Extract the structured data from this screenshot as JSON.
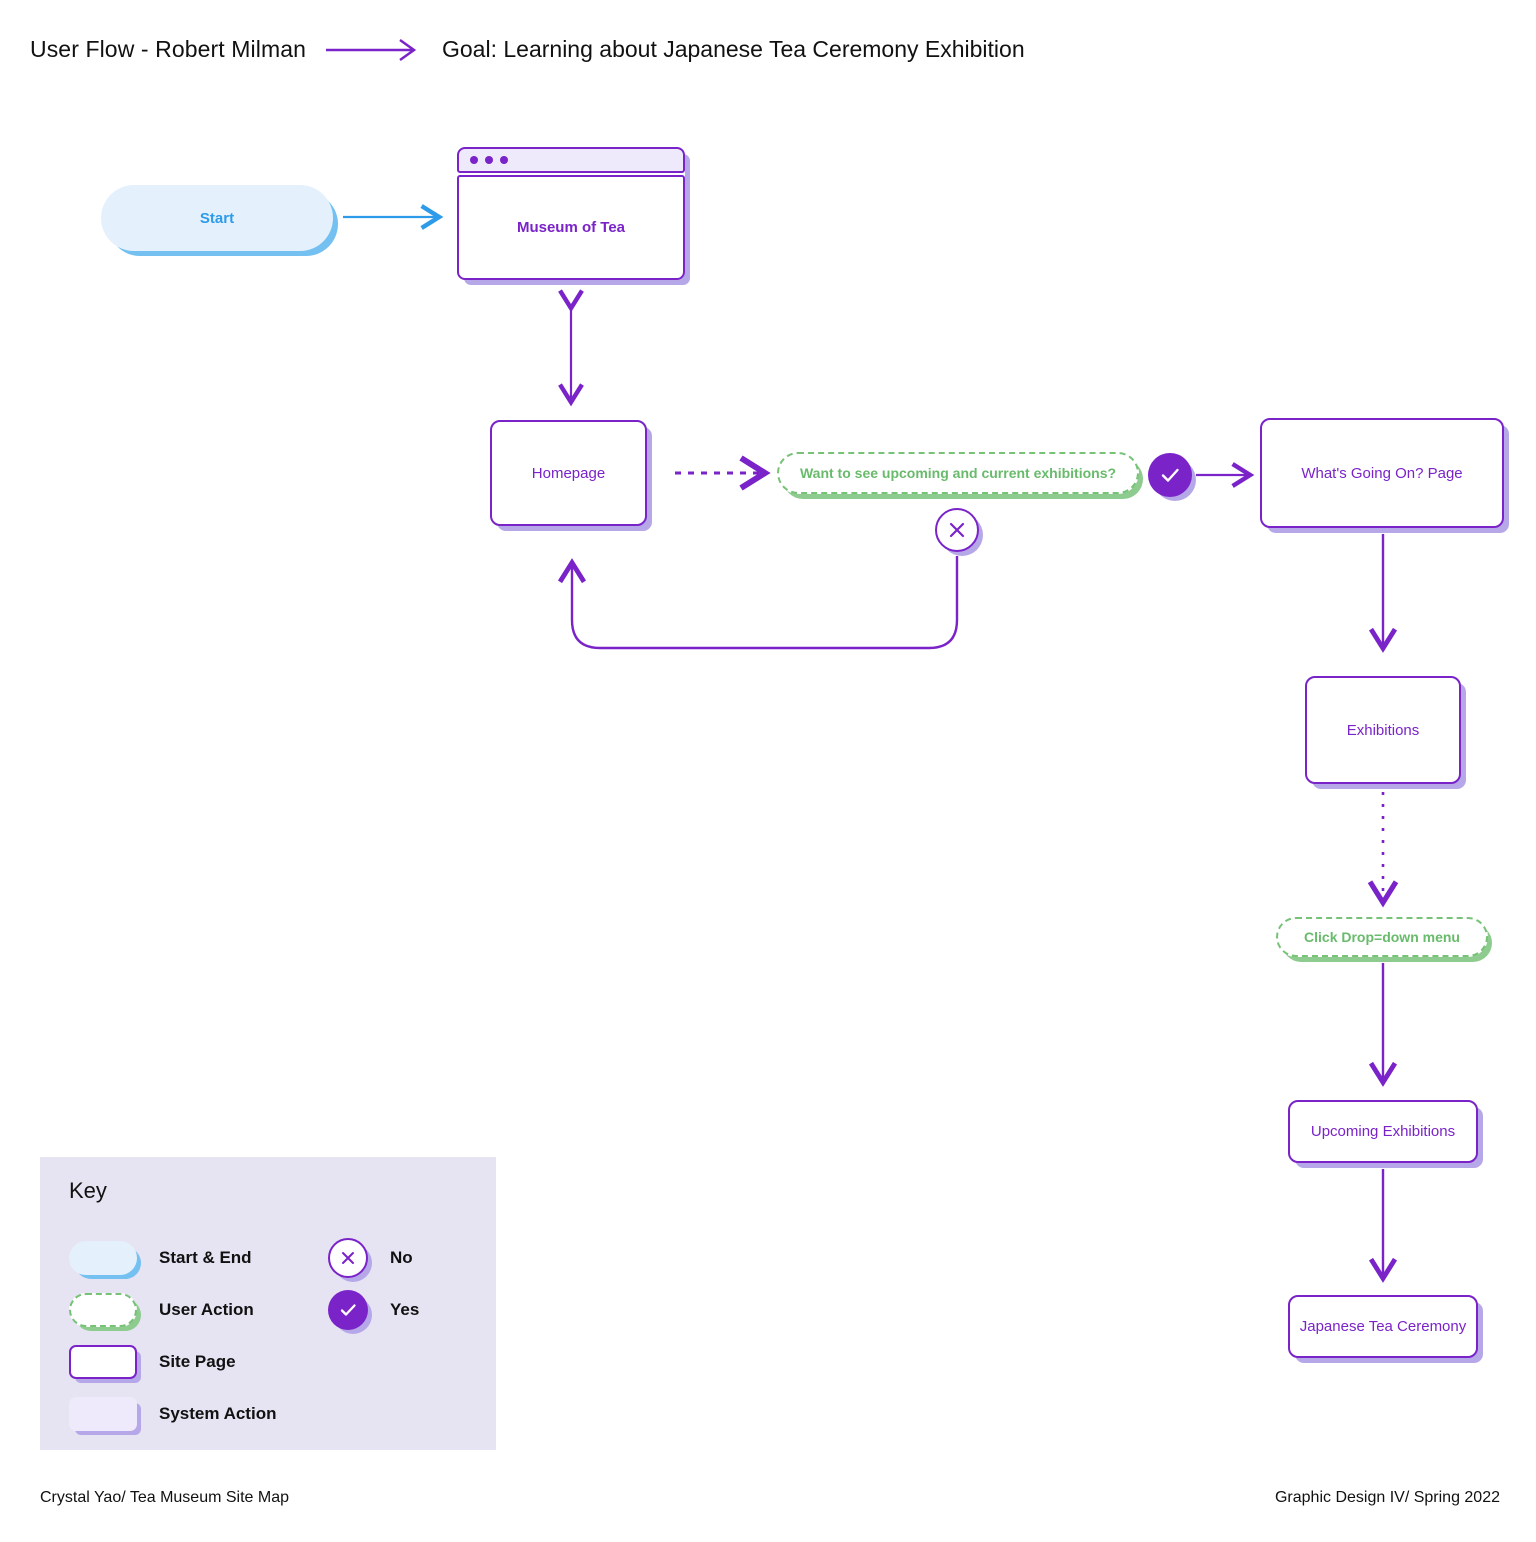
{
  "header": {
    "title": "User Flow - Robert Milman",
    "arrow_icon": "arrow-right-icon",
    "goal": "Goal: Learning about Japanese Tea Ceremony Exhibition"
  },
  "colors": {
    "purple": "#7a23c9",
    "purple_shadow": "#b6a8e8",
    "green": "#69bb6c",
    "green_border": "#78c278",
    "green_shadow": "#8ecb8e",
    "blue": "#2e9bea",
    "blue_fill": "#e4f1fd",
    "blue_shadow": "#74c0f0",
    "system_fill": "#eee9fb",
    "key_panel_bg": "#e6e4f2",
    "text": "#111111"
  },
  "flow": {
    "start": {
      "label": "Start",
      "type": "start-end"
    },
    "browser": {
      "label": "Museum of Tea",
      "type": "system-action",
      "dots": 3
    },
    "homepage": {
      "label": "Homepage",
      "type": "site-page"
    },
    "question_exhibitions": {
      "label": "Want to see upcoming and current exhibitions?",
      "type": "user-action"
    },
    "whats_going_on": {
      "label": "What's Going On? Page",
      "type": "site-page"
    },
    "exhibitions": {
      "label": "Exhibitions",
      "type": "site-page"
    },
    "click_dropdown": {
      "label": "Click Drop=down menu",
      "type": "user-action"
    },
    "upcoming_exhibitions": {
      "label": "Upcoming Exhibitions",
      "type": "site-page"
    },
    "japanese_tea_ceremony": {
      "label": "Japanese Tea Ceremony",
      "type": "site-page"
    },
    "decision_yes": {
      "icon": "check-icon",
      "meaning": "Yes"
    },
    "decision_no": {
      "icon": "x-icon",
      "meaning": "No"
    }
  },
  "key": {
    "title": "Key",
    "shapes": [
      {
        "label": "Start & End",
        "swatch": "start-end-swatch"
      },
      {
        "label": "User Action",
        "swatch": "user-action-swatch"
      },
      {
        "label": "Site Page",
        "swatch": "site-page-swatch"
      },
      {
        "label": "System Action",
        "swatch": "system-action-swatch"
      }
    ],
    "decisions": [
      {
        "label": "No",
        "icon": "x-icon"
      },
      {
        "label": "Yes",
        "icon": "check-icon"
      }
    ]
  },
  "footer": {
    "left": "Crystal Yao/ Tea Museum Site Map",
    "right": "Graphic Design IV/ Spring 2022"
  }
}
